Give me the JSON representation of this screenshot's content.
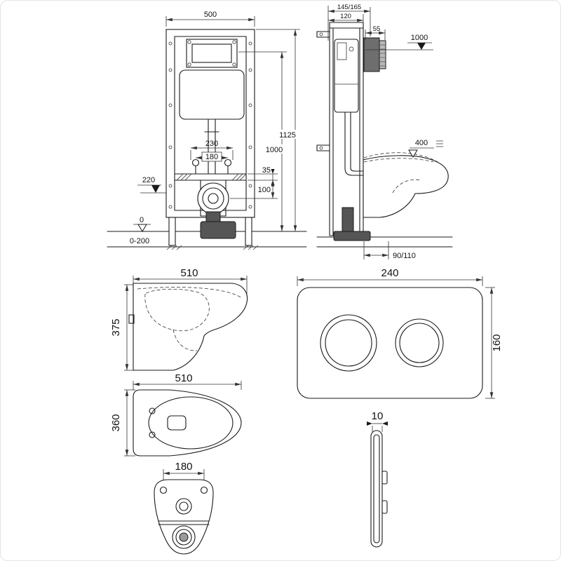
{
  "ink": "#1a1a1a",
  "views": {
    "frame_front": {
      "width": "500",
      "total_height": "1125",
      "flush_height": "1000",
      "fixing_span_outer": "230",
      "fixing_span_inner": "180",
      "outlet_height": "220",
      "rail_thickness": "35",
      "outlet_drop": "100",
      "floor_zero": "0",
      "floor_range": "0-200"
    },
    "frame_side": {
      "total_depth": "145/165",
      "frame_depth": "120",
      "cistern_depth": "55",
      "level_mark": "1000",
      "pan_height": "400",
      "outlet_offset": "90/110"
    },
    "pan_side": {
      "length": "510",
      "height": "375"
    },
    "flush_plate": {
      "width": "240",
      "height": "160"
    },
    "pan_top": {
      "length": "510",
      "width": "360"
    },
    "pan_back": {
      "fixing_span": "180"
    },
    "plate_profile": {
      "thickness": "10"
    }
  }
}
